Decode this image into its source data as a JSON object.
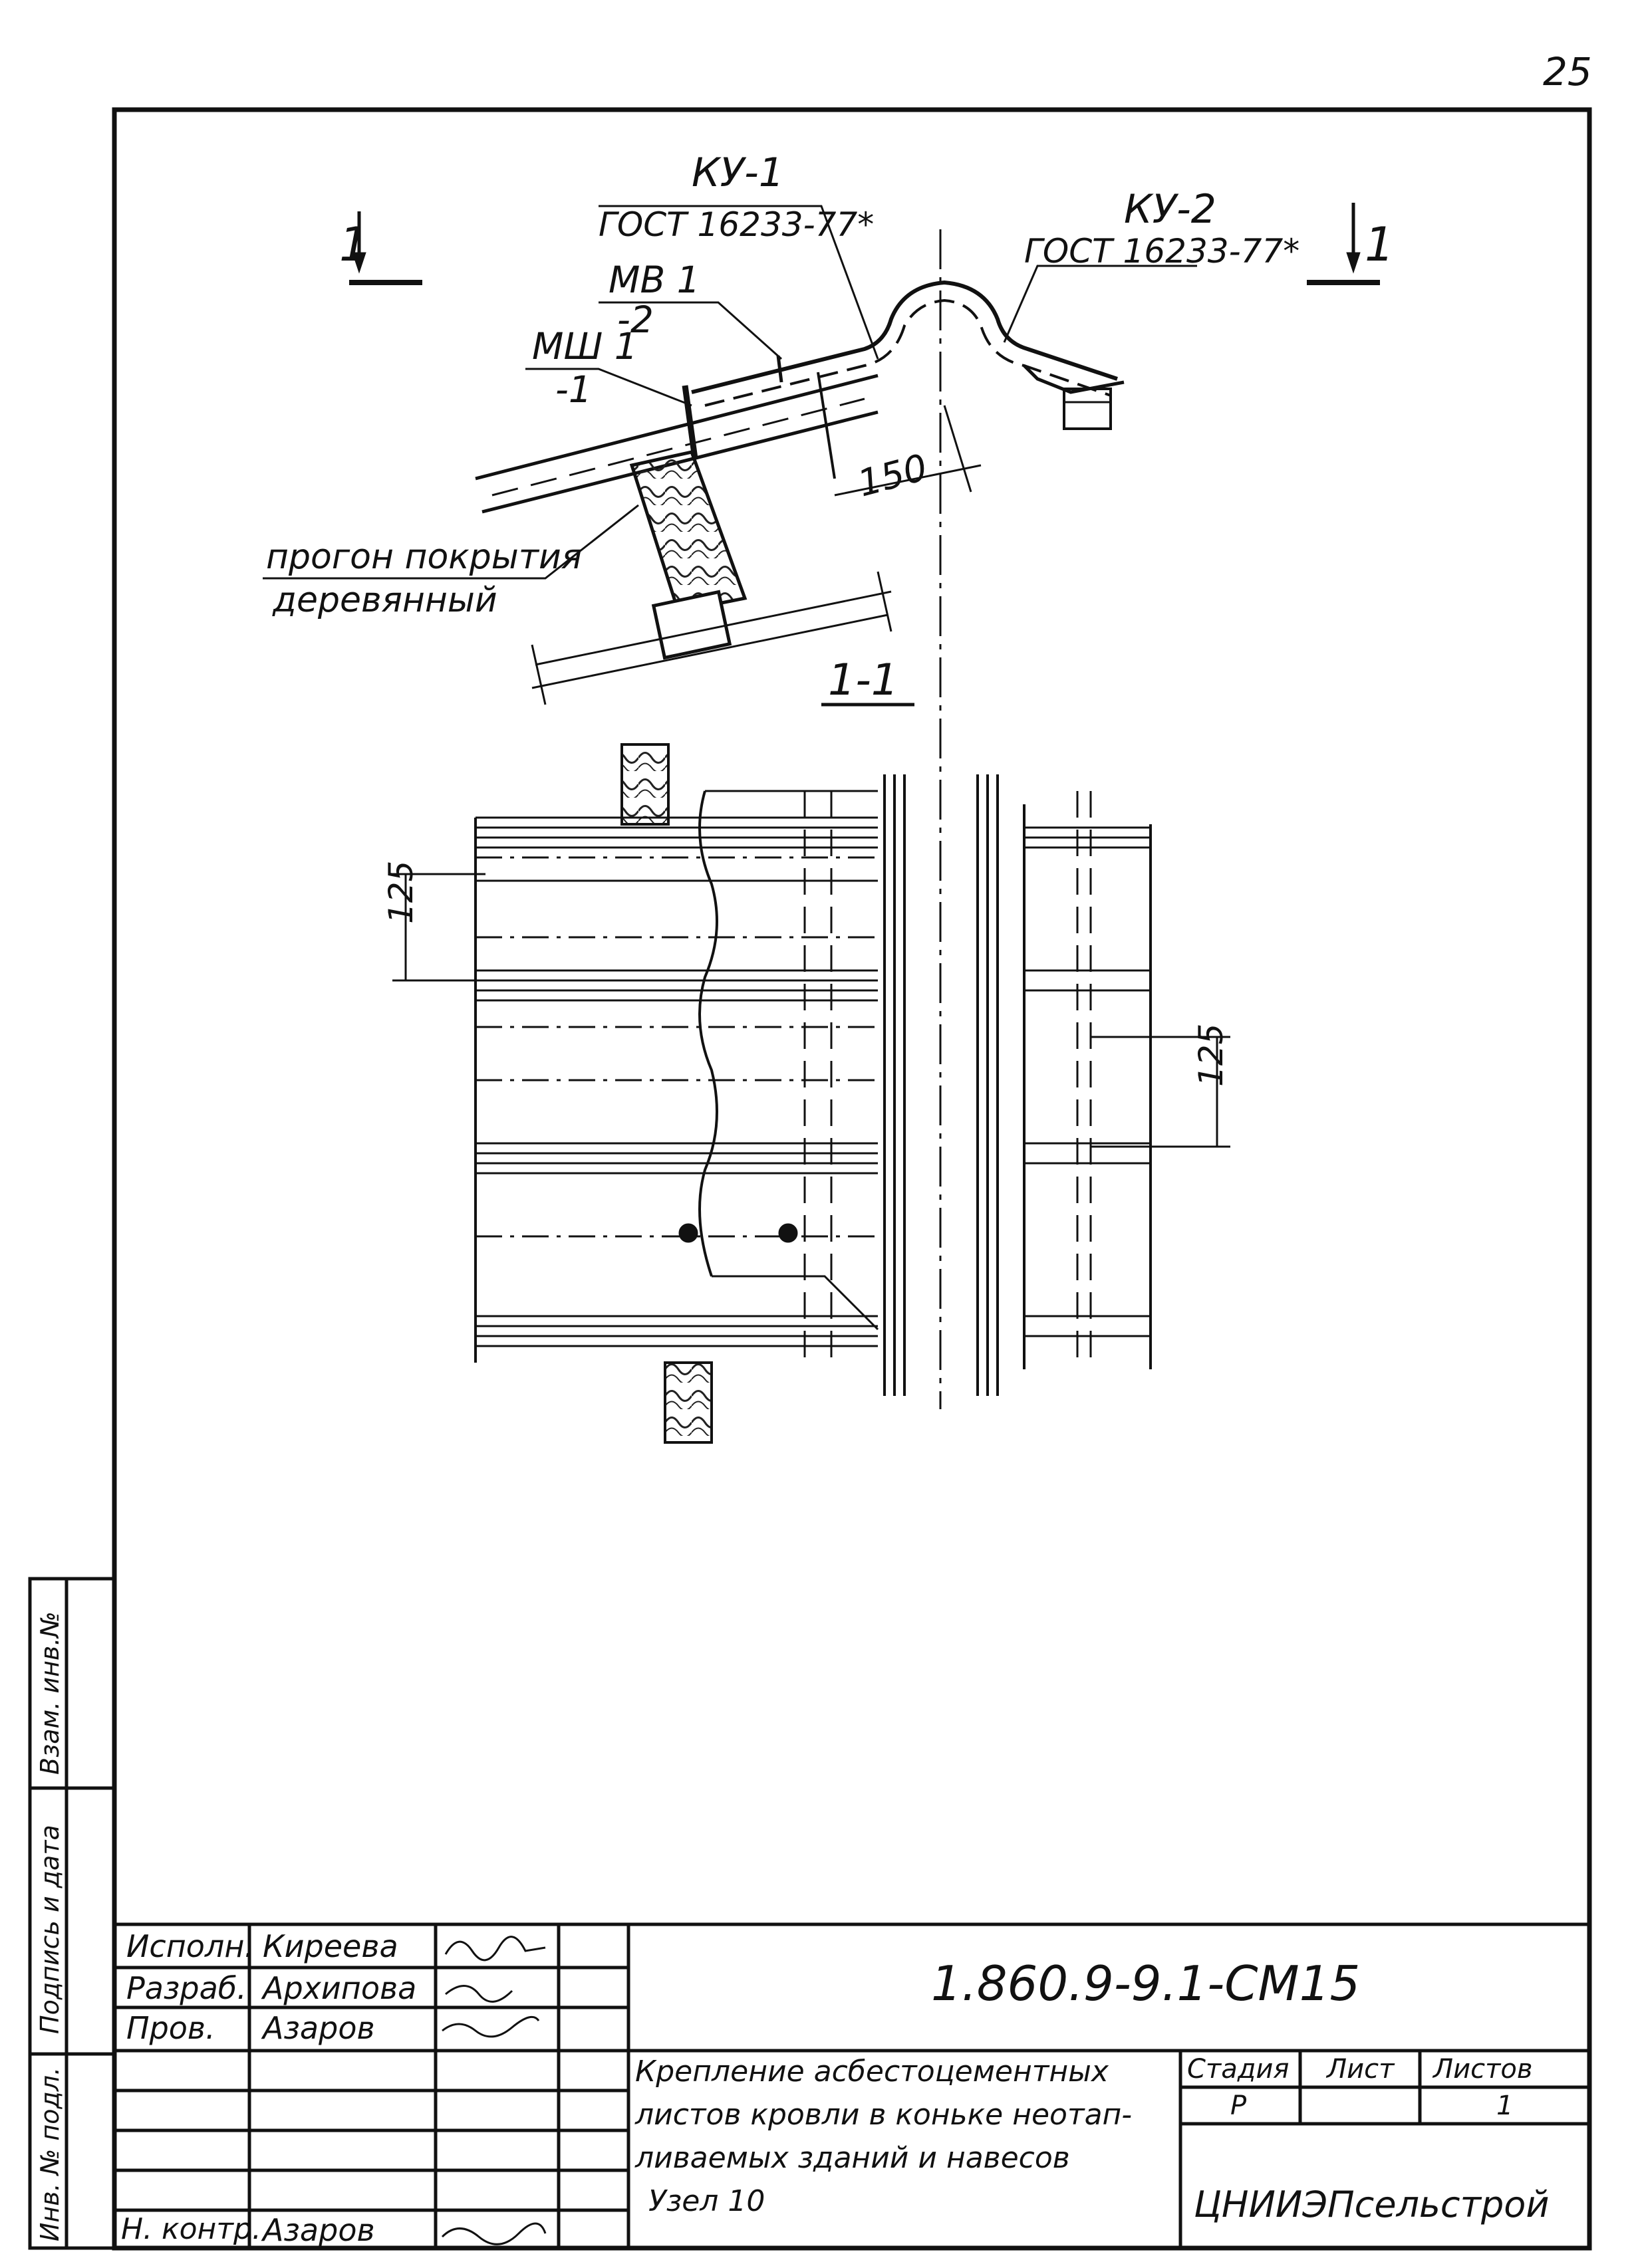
{
  "page_number": "25",
  "drawing": {
    "section_mark": "1",
    "section_title": "1-1",
    "labels": {
      "ku1": "КУ-1",
      "ku1_gost": "ГОСТ 16233-77*",
      "ku2": "КУ-2",
      "ku2_gost": "ГОСТ 16233-77*",
      "mv": "МВ 1",
      "mv_sub": "-2",
      "msh": "МШ 1",
      "msh_sub": "-1",
      "purlin_line1": "прогон покрытия",
      "purlin_line2": "деревянный"
    },
    "dimensions": {
      "d150": "150",
      "d125_left": "125",
      "d125_right": "125"
    }
  },
  "side_stamp": {
    "f1": "Взам. инв.№",
    "f2": "Подпись и дата",
    "f3": "Инв. № подл."
  },
  "title_block": {
    "roles": [
      {
        "role": "Исполн.",
        "name": "Киреева"
      },
      {
        "role": "Разраб.",
        "name": "Архипова"
      },
      {
        "role": "Пров.",
        "name": "Азаров"
      },
      {
        "role": "Н. контр.",
        "name": "Азаров"
      }
    ],
    "code": "1.860.9-9.1-СМ15",
    "title_lines": [
      "Крепление асбестоцементных",
      "листов кровли в коньке неотап-",
      "ливаемых зданий и навесов",
      "Узел 10"
    ],
    "stage_header": "Стадия",
    "sheet_header": "Лист",
    "sheets_header": "Листов",
    "stage_value": "Р",
    "sheets_value": "1",
    "organization": "ЦНИИЭПсельстрой"
  }
}
